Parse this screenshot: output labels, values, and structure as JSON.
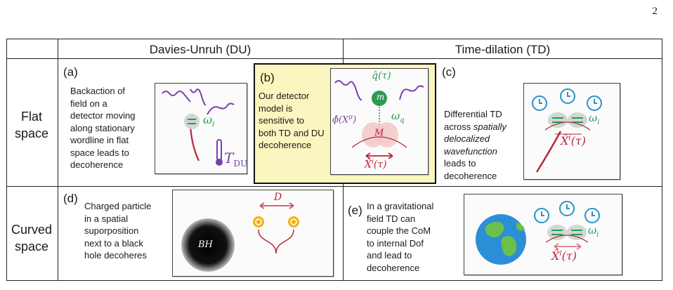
{
  "page_number": "2",
  "headers": {
    "du": "Davies-Unruh (DU)",
    "td": "Time-dilation (TD)"
  },
  "rows": {
    "flat": [
      "Flat",
      "space"
    ],
    "curved": [
      "Curved",
      "space"
    ]
  },
  "panels": {
    "a": {
      "label": "(a)",
      "text": [
        "Backaction of",
        "field on a",
        "detector moving",
        "along stationary",
        "wordline in flat",
        "space leads to",
        "decoherence"
      ],
      "omega": "ω",
      "omega_sub": "i",
      "temp": "T",
      "temp_sub": "DU"
    },
    "b": {
      "label": "(b)",
      "text": [
        "Our detector",
        "model is",
        "sensitive to",
        "both TD and DU",
        "decoherence"
      ],
      "q": "q̂(τ)",
      "m": "m",
      "omega": "ω",
      "omega_sub": "q",
      "phi": "ϕ̂(X",
      "phi_sup": "μ",
      "phi_end": ")",
      "M": "M",
      "X": "X̂",
      "X_sup": "i",
      "X_end": "(τ)"
    },
    "c": {
      "label": "(c)",
      "text_1": "Differential TD",
      "text_2": "across",
      "text_em_1": "spatially",
      "text_em_2": "delocalized",
      "text_em_3": "wavefunction",
      "text_3": "leads to",
      "text_4": "decoherence",
      "omega": "ω",
      "omega_sub": "i",
      "X": "X̂",
      "X_sup": "i",
      "X_end": "(τ)"
    },
    "d": {
      "label": "(d)",
      "text": [
        "Charged particle",
        "in a spatial",
        "suporposition",
        "next to a black",
        "hole decoheres"
      ],
      "D": "D",
      "BH": "BH"
    },
    "e": {
      "label": "(e)",
      "text": [
        "In a gravitational",
        "field TD can",
        "couple the CoM",
        "to internal Dof",
        "and lead to",
        "decoherence"
      ],
      "omega": "ω",
      "omega_sub": "i",
      "X": "X̂",
      "X_sup": "i",
      "X_end": "(τ)"
    }
  },
  "colors": {
    "purple": "#7a3fa8",
    "green": "#2d9a55",
    "red": "#b8283a",
    "blue": "#2a93c9",
    "highlight": "#fbf5bf"
  }
}
